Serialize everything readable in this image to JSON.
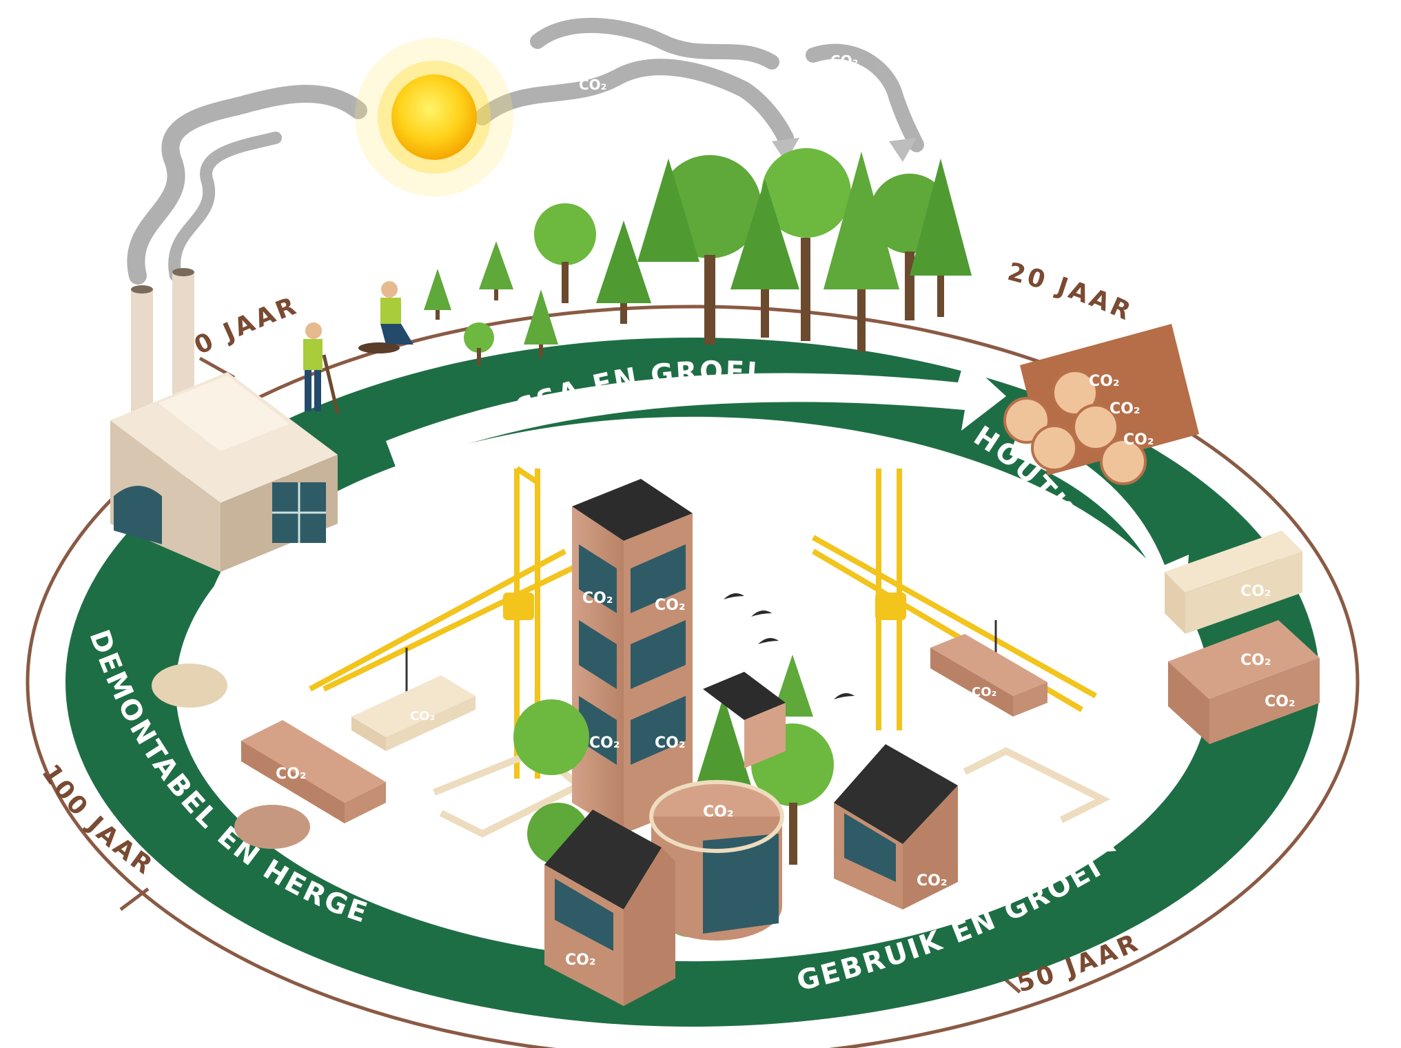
{
  "timeline": {
    "t0": "0 JAAR",
    "t20": "20 JAAR",
    "t50": "50 JAAR",
    "t100": "100 JAAR"
  },
  "stages": {
    "biomass": "BIOMASSA EN GROEI",
    "harvest": "HOUTKAP EN VERWERKING",
    "use": "GEBRUIK EN GROEI",
    "reuse": "DEMONTABEL EN HERGEBRUIK"
  },
  "co2_label": "CO₂",
  "colors": {
    "ring_green": "#1e6e45",
    "timeline_brown": "#8a5a44",
    "wood": "#c9957a",
    "light_wood": "#eedcbf",
    "crane_yellow": "#f2c41c",
    "smoke_gray": "#9a9a9a",
    "tree_green": "#5fa83a"
  }
}
